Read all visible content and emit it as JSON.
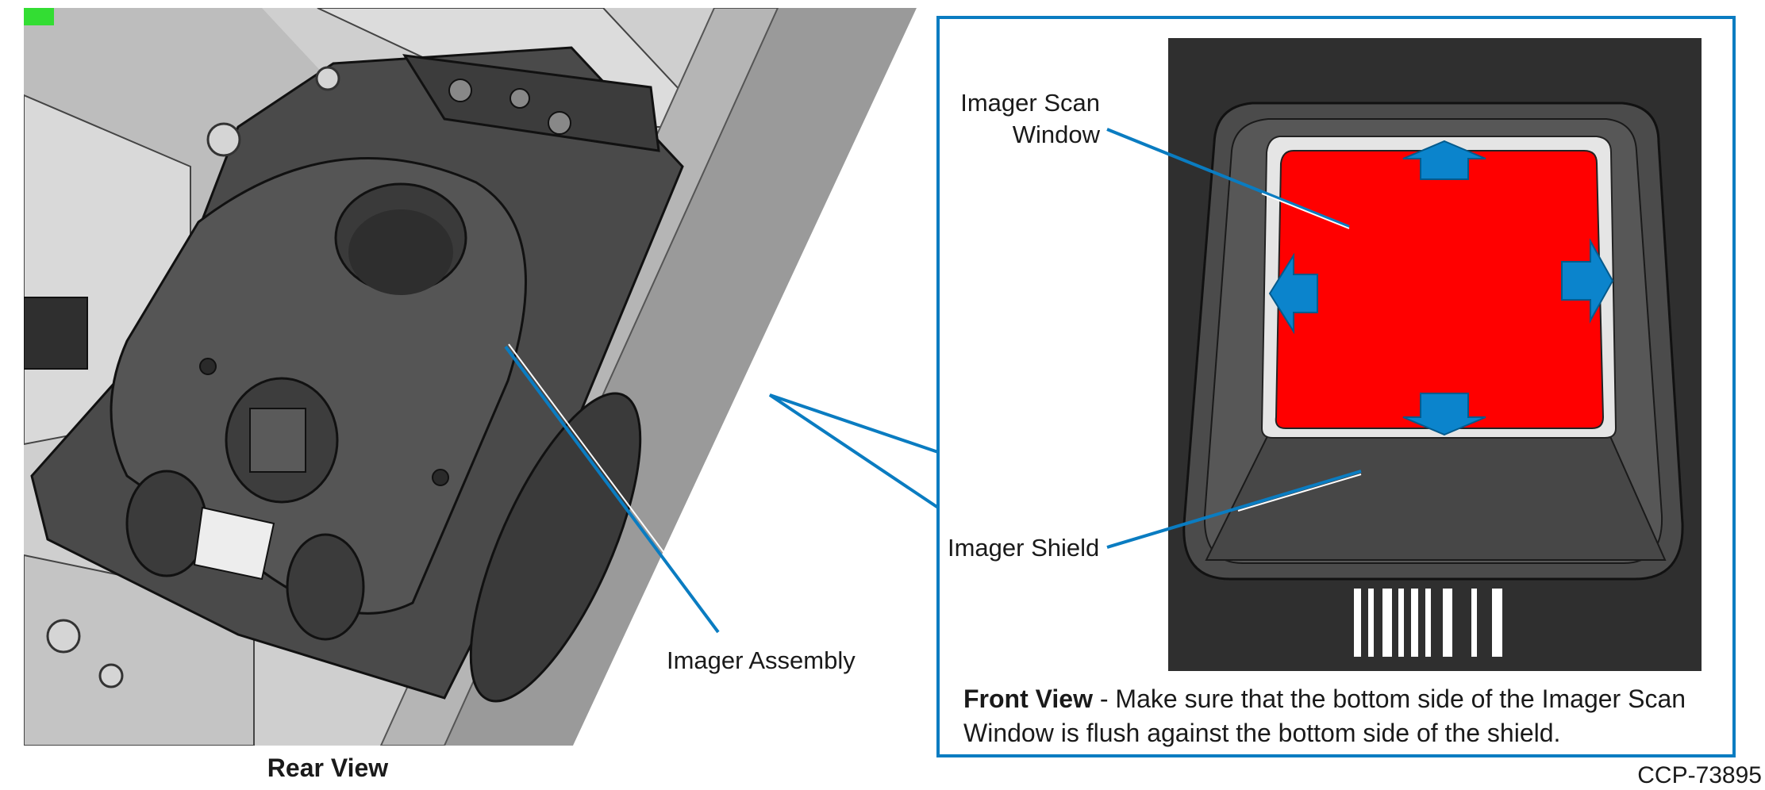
{
  "labels": {
    "scan_window_line1": "Imager Scan",
    "scan_window_line2": "Window",
    "imager_shield": "Imager Shield",
    "imager_assembly": "Imager Assembly",
    "rear_view": "Rear View",
    "front_view_bold": "Front View",
    "front_view_text": " - Make sure that the bottom side of the Imager Scan Window is flush against the bottom side of the shield.",
    "figure_code": "CCP-73895"
  },
  "colors": {
    "callout_blue": "#0a7cc1",
    "scan_window_red": "#ff0000",
    "arrow_blue": "#0b84cc",
    "dark_housing": "#3a3a3a"
  }
}
